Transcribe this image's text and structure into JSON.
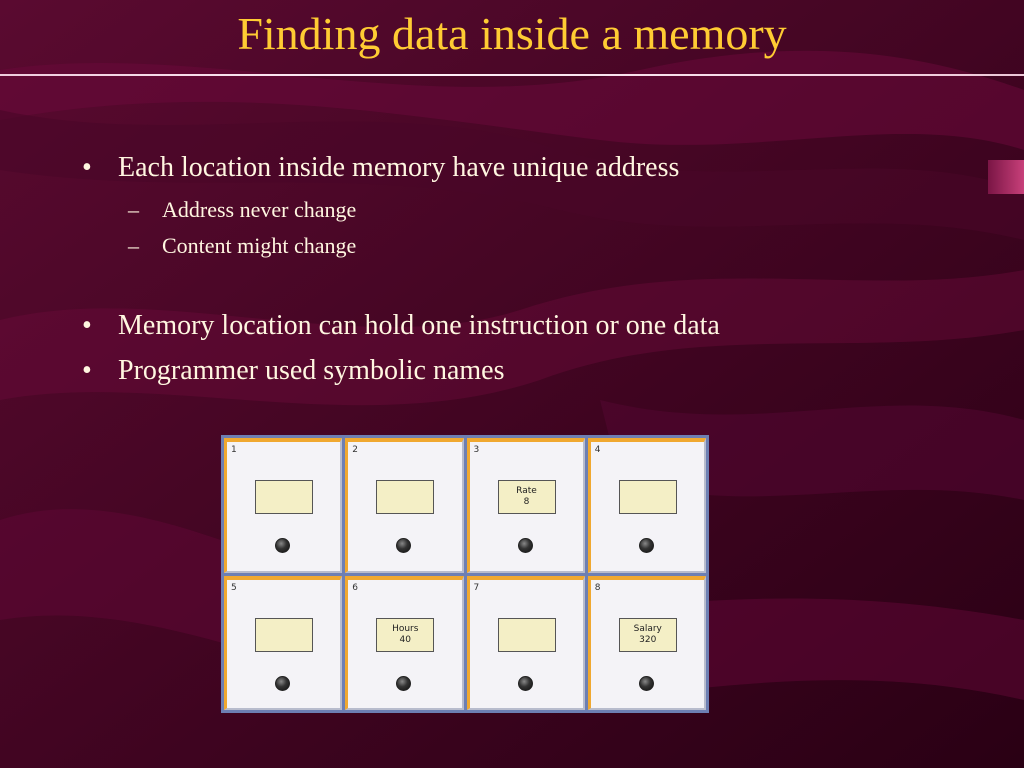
{
  "slide": {
    "title": "Finding data inside a memory",
    "bullets": [
      {
        "text": "Each location inside memory have unique address",
        "subitems": [
          "Address never change",
          "Content might change"
        ]
      },
      {
        "text": "Memory location can hold one instruction or one data",
        "subitems": []
      },
      {
        "text": "Programmer used symbolic names",
        "subitems": []
      }
    ],
    "bullet_glyph": "•",
    "sub_glyph": "–"
  },
  "memory_cells": [
    {
      "number": "1",
      "name": "",
      "value": ""
    },
    {
      "number": "2",
      "name": "",
      "value": ""
    },
    {
      "number": "3",
      "name": "Rate",
      "value": "8"
    },
    {
      "number": "4",
      "name": "",
      "value": ""
    },
    {
      "number": "5",
      "name": "",
      "value": ""
    },
    {
      "number": "6",
      "name": "Hours",
      "value": "40"
    },
    {
      "number": "7",
      "name": "",
      "value": ""
    },
    {
      "number": "8",
      "name": "Salary",
      "value": "320"
    }
  ],
  "colors": {
    "title": "#ffcc33",
    "body_text": "#fff6e0",
    "background": "#3a0020",
    "cell_border_accent": "#f0a830",
    "grid_frame": "#6d7fb3"
  }
}
